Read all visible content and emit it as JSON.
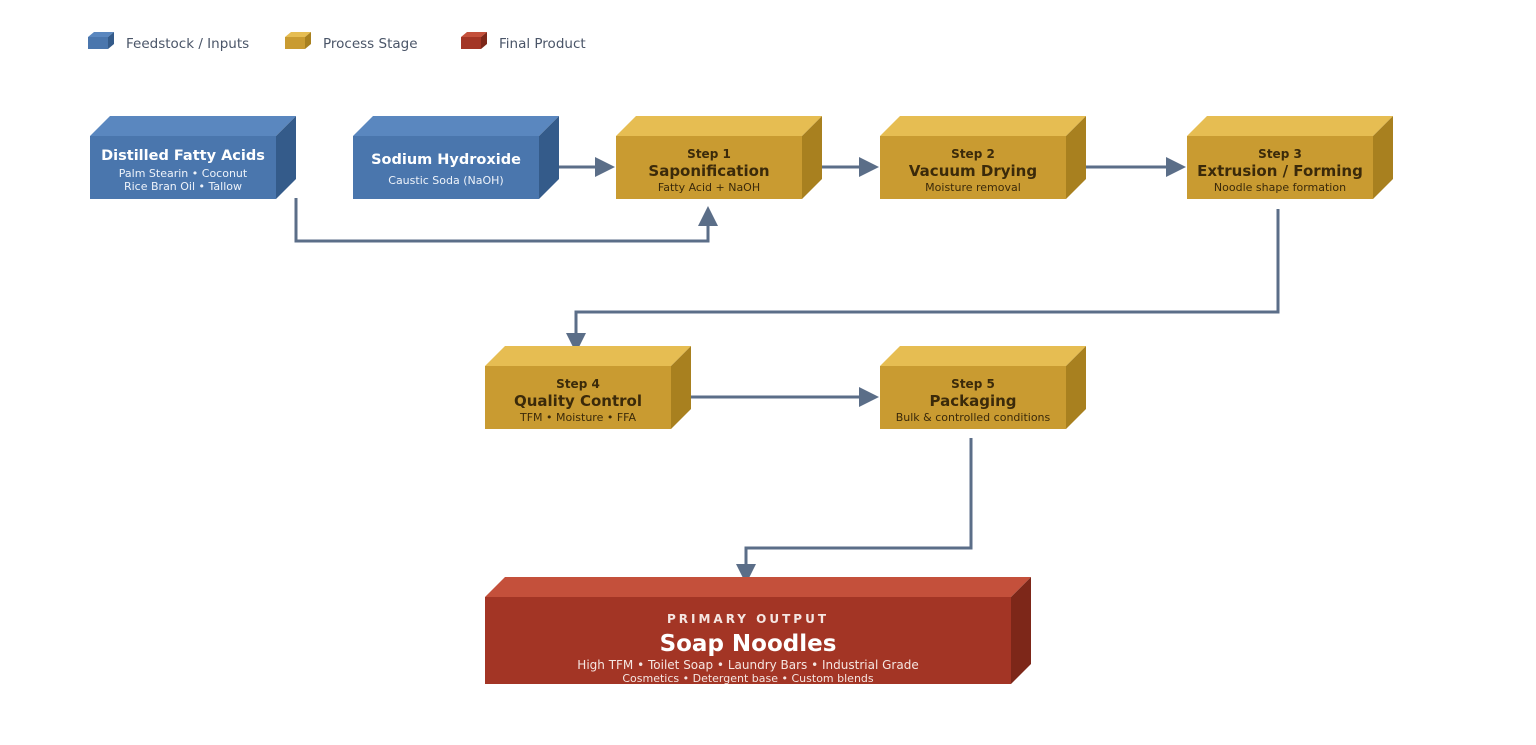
{
  "legend": {
    "items": [
      {
        "label": "Feedstock / Inputs",
        "kind": "feedstock"
      },
      {
        "label": "Process Stage",
        "kind": "process"
      },
      {
        "label": "Final Product",
        "kind": "product"
      }
    ]
  },
  "colors": {
    "feedstock_front": "#4a76ad",
    "feedstock_top": "#5a87bf",
    "feedstock_side": "#345b8a",
    "process_front": "#c99b31",
    "process_top": "#e6bd52",
    "process_side": "#a8801f",
    "product_front": "#a33525",
    "product_top": "#c4503b",
    "product_side": "#7d2719",
    "connector": "#5b6e88",
    "process_text": "#3b2a0a",
    "legend_text": "#4a5568"
  },
  "nodes": {
    "fatty_acids": {
      "title": "Distilled Fatty Acids",
      "line1": "Palm Stearin • Coconut",
      "line2": "Rice Bran Oil • Tallow"
    },
    "naoh": {
      "title": "Sodium Hydroxide",
      "subtitle": "Caustic Soda (NaOH)"
    },
    "step1": {
      "step": "Step 1",
      "title": "Saponification",
      "subtitle": "Fatty Acid + NaOH"
    },
    "step2": {
      "step": "Step 2",
      "title": "Vacuum Drying",
      "subtitle": "Moisture removal"
    },
    "step3": {
      "step": "Step 3",
      "title": "Extrusion / Forming",
      "subtitle": "Noodle shape formation"
    },
    "step4": {
      "step": "Step 4",
      "title": "Quality Control",
      "subtitle": "TFM • Moisture • FFA"
    },
    "step5": {
      "step": "Step 5",
      "title": "Packaging",
      "subtitle": "Bulk & controlled conditions"
    },
    "output": {
      "kicker": "PRIMARY OUTPUT",
      "title": "Soap Noodles",
      "line1": "High TFM • Toilet Soap • Laundry Bars • Industrial Grade",
      "line2": "Cosmetics • Detergent base • Custom blends"
    }
  }
}
